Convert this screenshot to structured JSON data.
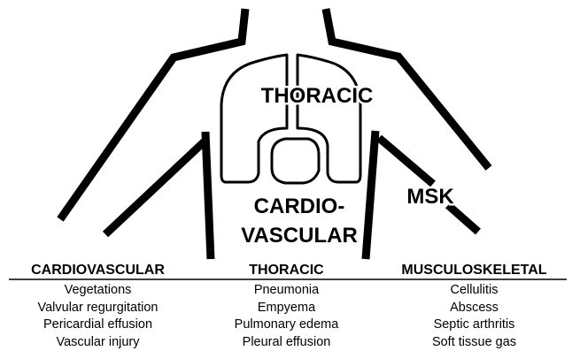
{
  "diagram": {
    "region_labels": {
      "thoracic": "THORACIC",
      "cardio_line1": "CARDIO-",
      "cardio_line2": "VASCULAR",
      "msk": "MSK"
    }
  },
  "columns": [
    {
      "title": "CARDIOVASCULAR",
      "items": [
        "Vegetations",
        "Valvular regurgitation",
        "Pericardial effusion",
        "Vascular injury"
      ]
    },
    {
      "title": "THORACIC",
      "items": [
        "Pneumonia",
        "Empyema",
        "Pulmonary edema",
        "Pleural effusion"
      ]
    },
    {
      "title": "MUSCULOSKELETAL",
      "items": [
        "Cellulitis",
        "Abscess",
        "Septic arthritis",
        "Soft tissue gas"
      ]
    }
  ],
  "colors": {
    "ink": "#000000",
    "background": "#ffffff"
  }
}
